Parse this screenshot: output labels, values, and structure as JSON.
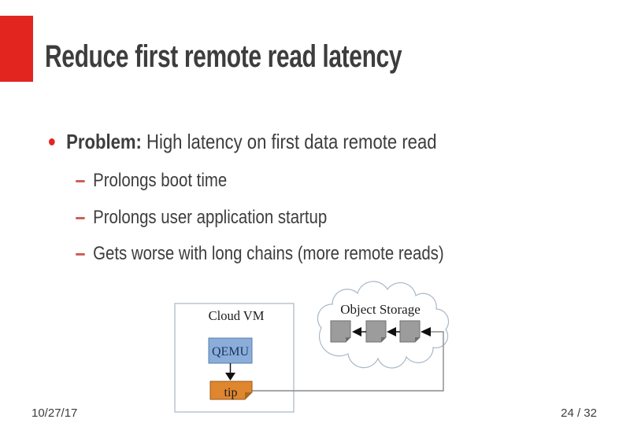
{
  "slide": {
    "title": "Reduce first remote read latency",
    "bullet_lead": "Problem:",
    "bullet_rest": " High latency on first data remote read",
    "sub_bullets": [
      "Prolongs boot time",
      "Prolongs user application startup",
      "Gets worse with long chains (more remote reads)"
    ],
    "footer": {
      "date": "10/27/17",
      "page": "24 / 32"
    }
  },
  "diagram": {
    "cloud_vm_label": "Cloud VM",
    "qemu_label": "QEMU",
    "tip_label": "tip",
    "object_storage_label": "Object Storage"
  },
  "colors": {
    "accent_red": "#e2251f",
    "dash_red": "#cd5f5b",
    "text_dark": "#3d3d3d",
    "qemu_fill": "#8badd9",
    "qemu_border": "#5a7fb0",
    "qemu_text": "#1c355e",
    "tip_fill": "#df862f",
    "tip_border": "#9a5a18",
    "tip_fold": "#aa6a20",
    "block_fill": "#9c9c9c",
    "block_border": "#6f6f6f",
    "cloud_stroke": "#a8b8c8",
    "box_stroke": "#aab6c0",
    "line_gray": "#8a8a8a",
    "arrow_black": "#111111"
  }
}
